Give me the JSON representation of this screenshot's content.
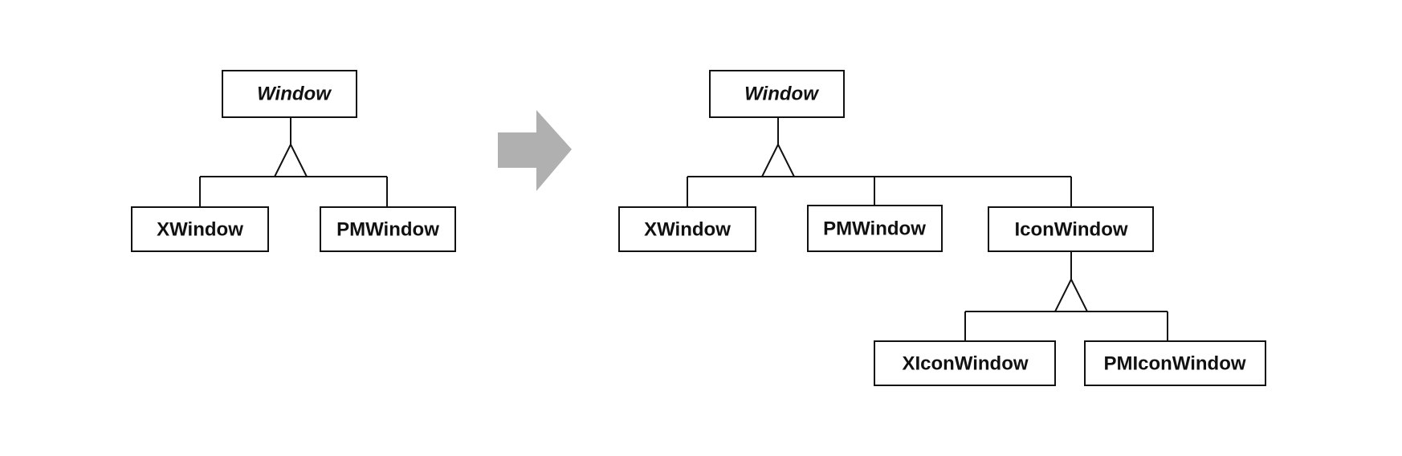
{
  "colors": {
    "line": "#111111",
    "box_fill": "#ffffff",
    "arrow": "#b0b0b0",
    "background": "#ffffff"
  },
  "diagrams": [
    {
      "name": "before",
      "classes": {
        "window": {
          "label": "Window",
          "abstract": true
        },
        "xwindow": {
          "label": "XWindow",
          "abstract": false
        },
        "pmwindow": {
          "label": "PMWindow",
          "abstract": false
        }
      },
      "inheritance": [
        {
          "parent": "window",
          "children": [
            "xwindow",
            "pmwindow"
          ]
        }
      ]
    },
    {
      "name": "after",
      "classes": {
        "window": {
          "label": "Window",
          "abstract": true
        },
        "xwindow": {
          "label": "XWindow",
          "abstract": false
        },
        "pmwindow": {
          "label": "PMWindow",
          "abstract": false
        },
        "iconwindow": {
          "label": "IconWindow",
          "abstract": false
        },
        "xiconwindow": {
          "label": "XIconWindow",
          "abstract": false
        },
        "pmiconwindow": {
          "label": "PMIconWindow",
          "abstract": false
        }
      },
      "inheritance": [
        {
          "parent": "window",
          "children": [
            "xwindow",
            "pmwindow",
            "iconwindow"
          ]
        },
        {
          "parent": "iconwindow",
          "children": [
            "xiconwindow",
            "pmiconwindow"
          ]
        }
      ]
    }
  ],
  "transition_icon": "right-arrow-icon"
}
